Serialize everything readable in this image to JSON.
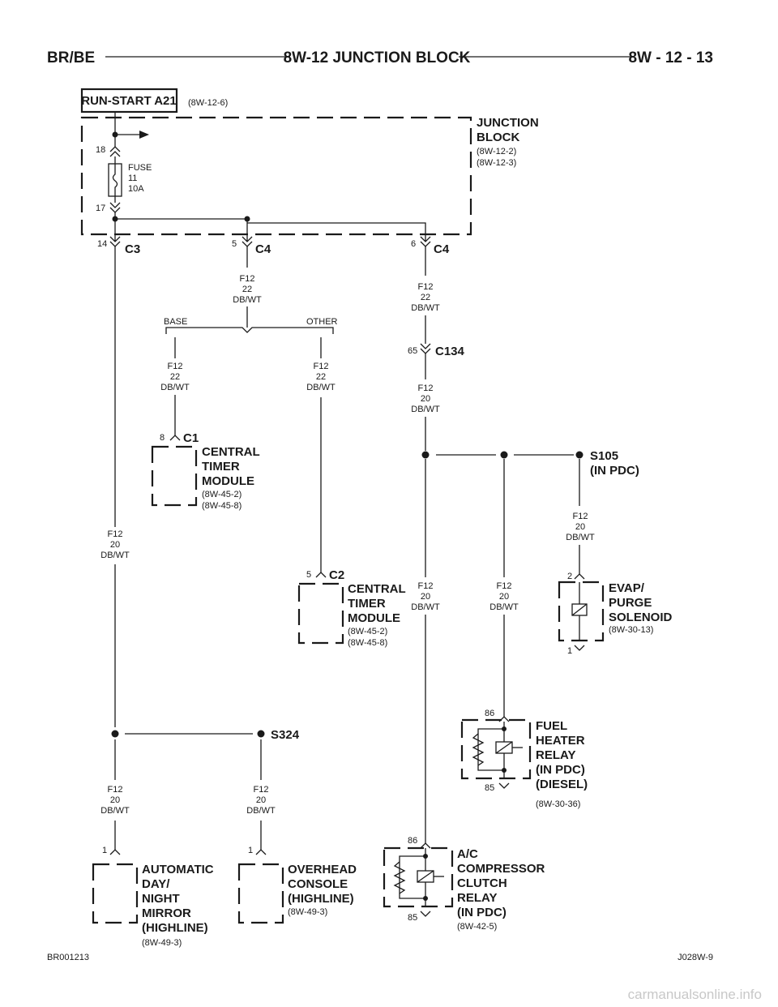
{
  "header": {
    "left": "BR/BE",
    "center": "8W-12 JUNCTION BLOCK",
    "right": "8W - 12 - 13"
  },
  "source": {
    "label": "RUN-START A21",
    "ref": "(8W-12-6)"
  },
  "junction_block": {
    "name": [
      "JUNCTION",
      "BLOCK"
    ],
    "refs": [
      "(8W-12-2)",
      "(8W-12-3)"
    ],
    "fuse": [
      "FUSE",
      "11",
      "10A"
    ],
    "pins": {
      "top": "18",
      "bottom": "17"
    }
  },
  "connectors": {
    "c3": {
      "name": "C3",
      "pin": "14"
    },
    "c4a": {
      "name": "C4",
      "pin": "5"
    },
    "c4b": {
      "name": "C4",
      "pin": "6"
    },
    "c134": {
      "name": "C134",
      "pin": "65"
    },
    "c1": {
      "name": "C1",
      "pin": "8"
    },
    "c2": {
      "name": "C2",
      "pin": "5"
    }
  },
  "wires": {
    "c4a_out": [
      "F12",
      "22",
      "DB/WT"
    ],
    "c4b_out": [
      "F12",
      "22",
      "DB/WT"
    ],
    "base": [
      "F12",
      "22",
      "DB/WT"
    ],
    "other": [
      "F12",
      "22",
      "DB/WT"
    ],
    "c134_out": [
      "F12",
      "20",
      "DB/WT"
    ],
    "c3_out": [
      "F12",
      "20",
      "DB/WT"
    ],
    "ac": [
      "F12",
      "20",
      "DB/WT"
    ],
    "fuel": [
      "F12",
      "20",
      "DB/WT"
    ],
    "evap": [
      "F12",
      "20",
      "DB/WT"
    ],
    "mirror": [
      "F12",
      "20",
      "DB/WT"
    ],
    "console": [
      "F12",
      "20",
      "DB/WT"
    ]
  },
  "branch_labels": {
    "base": "BASE",
    "other": "OTHER"
  },
  "splices": {
    "s105": [
      "S105",
      "(IN PDC)"
    ],
    "s324": "S324"
  },
  "components": {
    "ctm1": {
      "name": [
        "CENTRAL",
        "TIMER",
        "MODULE"
      ],
      "refs": [
        "(8W-45-2)",
        "(8W-45-8)"
      ]
    },
    "ctm2": {
      "name": [
        "CENTRAL",
        "TIMER",
        "MODULE"
      ],
      "refs": [
        "(8W-45-2)",
        "(8W-45-8)"
      ]
    },
    "evap": {
      "name": [
        "EVAP/",
        "PURGE",
        "SOLENOID"
      ],
      "refs": [
        "(8W-30-13)"
      ],
      "pins": [
        "2",
        "1"
      ]
    },
    "fuel": {
      "name": [
        "FUEL",
        "HEATER",
        "RELAY",
        "(IN PDC)",
        "(DIESEL)"
      ],
      "refs": [
        "(8W-30-36)"
      ],
      "pins": [
        "86",
        "85"
      ]
    },
    "ac": {
      "name": [
        "A/C",
        "COMPRESSOR",
        "CLUTCH",
        "RELAY",
        "(IN PDC)"
      ],
      "refs": [
        "(8W-42-5)"
      ],
      "pins": [
        "86",
        "85"
      ]
    },
    "mirror": {
      "name": [
        "AUTOMATIC",
        "DAY/",
        "NIGHT",
        "MIRROR",
        "(HIGHLINE)"
      ],
      "refs": [
        "(8W-49-3)"
      ],
      "pin": "1"
    },
    "console": {
      "name": [
        "OVERHEAD",
        "CONSOLE",
        "(HIGHLINE)"
      ],
      "refs": [
        "(8W-49-3)"
      ],
      "pin": "1"
    }
  },
  "footer": {
    "left": "BR001213",
    "right": "J028W-9"
  },
  "watermark": "carmanualsonline.info"
}
